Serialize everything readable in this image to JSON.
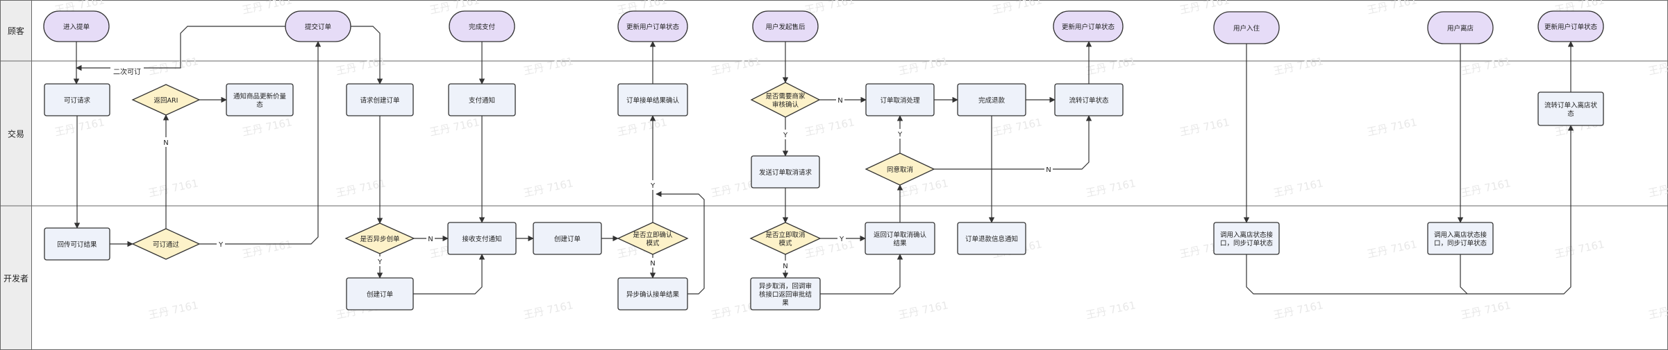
{
  "lanes": [
    "顾客",
    "交易",
    "开发者"
  ],
  "watermark": "王丹 7161",
  "nodes": {
    "enter_booking": "进入提单",
    "submit_order": "提交订单",
    "finish_pay": "完成支付",
    "update_status_1": "更新用户订单状态",
    "user_cancel": "用户发起售后",
    "update_status_2": "更新用户订单状态",
    "user_checkin": "用户入住",
    "user_checkout": "用户离店",
    "update_status_3": "更新用户订单状态",
    "booking_request": "可订请求",
    "return_ari": "返回ARI",
    "notify_price": "通知商品更新价量态",
    "req_create_order": "请求创建订单",
    "pay_notify": "支付通知",
    "order_confirm": "订单接单结果确认",
    "need_review": "是否需要商家审核确认",
    "cancel_process": "订单取消处理",
    "finish_refund": "完成退款",
    "flow_status": "流转订单状态",
    "flow_checkout": "流转订单入离店状态",
    "send_cancel_req": "发送订单取消请求",
    "agree_cancel": "同意取消",
    "callback_booking": "回传可订结果",
    "bookable": "可订通过",
    "is_async": "是否异步创单",
    "create_order_1": "创建订单",
    "recv_pay_notify": "接收支付通知",
    "create_order_2": "创建订单",
    "immediate_confirm": "是否立即确认模式",
    "async_confirm": "异步确认接单结果",
    "immediate_cancel": "是否立即取消模式",
    "async_cancel": "异步取消，回调审核接口返回审批结果",
    "return_cancel_result": "返回订单取消确认结果",
    "refund_notify": "订单退款信息通知",
    "checkin_api": "调用入离店状态接口，同步订单状态",
    "checkout_api": "调用入离店状态接口，同步订单状态"
  },
  "edge_labels": {
    "rebook": "二次可订",
    "yes": "Y",
    "no": "N"
  },
  "colors": {
    "terminal_fill": "#e6dcf7",
    "process_fill": "#eef2fa",
    "decision_fill": "#fdf2c9",
    "lane_header_fill": "#ededed",
    "line": "#333333"
  }
}
